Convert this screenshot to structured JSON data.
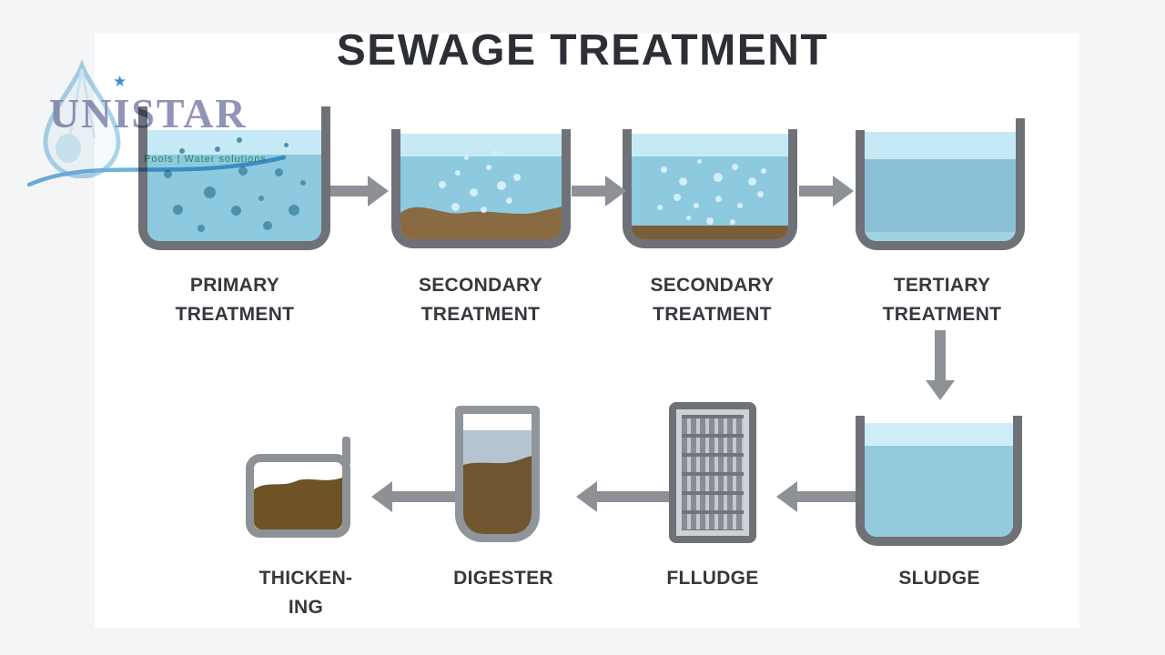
{
  "title": "SEWAGE TREATMENT",
  "logo": {
    "name": "UNISTAR",
    "tagline": "Pools | Water solutions",
    "star_char": "★"
  },
  "palette": {
    "tank_border": "#6e7277",
    "unit_border": "#8d9297",
    "water_surface": "#c6eaf5",
    "water_main": "#8dc9df",
    "clean_water": "#8ac0d6",
    "particle_dark": "#4d92ac",
    "bubble_light": "#d3eff8",
    "sediment_brown": "#8a6a42",
    "sludge_brown": "#6f5630",
    "arrow_gray": "#8d9196",
    "label_color": "#35383d",
    "logo_blue": "#8b90b4",
    "tagline_green": "#3ba061"
  },
  "stages_top": [
    {
      "id": "primary",
      "line1": "PRIMARY",
      "line2": "TREATMENT"
    },
    {
      "id": "secondary-1",
      "line1": "SECONDARY",
      "line2": "TREATMENT"
    },
    {
      "id": "secondary-2",
      "line1": "SECONDARY",
      "line2": "TREATMENT"
    },
    {
      "id": "tertiary",
      "line1": "TERTIARY",
      "line2": "TREATMENT"
    }
  ],
  "stages_bottom": [
    {
      "id": "sludge",
      "line1": "SLUDGE",
      "line2": ""
    },
    {
      "id": "flludge",
      "line1": "FLLUDGE",
      "line2": ""
    },
    {
      "id": "digester",
      "line1": "DIGESTER",
      "line2": ""
    },
    {
      "id": "thickening",
      "line1": "THICKEN-",
      "line2": "ING"
    }
  ]
}
